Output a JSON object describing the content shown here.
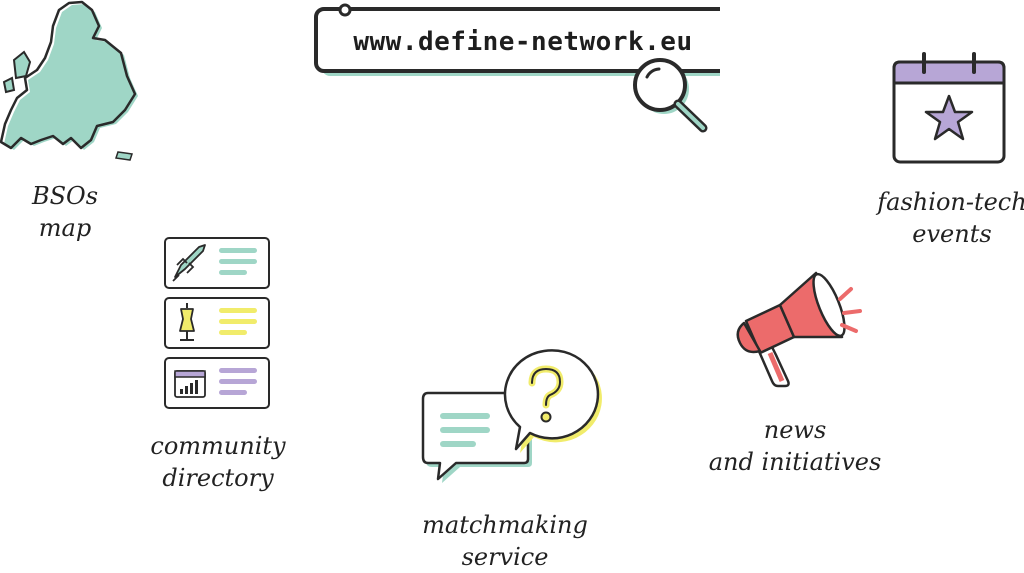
{
  "url_bar": {
    "text": "www.define-network.eu"
  },
  "features": {
    "bsos_map": {
      "line1": "BSOs",
      "line2": "map"
    },
    "community_directory": {
      "line1": "community",
      "line2": "directory"
    },
    "matchmaking_service": {
      "line1": "matchmaking",
      "line2": "service"
    },
    "news_initiatives": {
      "line1": "news",
      "line2": "and initiatives"
    },
    "fashion_tech_events": {
      "line1": "fashion-tech",
      "line2": "events"
    }
  },
  "colors": {
    "mint": "#9fd6c6",
    "yellow": "#f1ec6b",
    "purple": "#b7a6d6",
    "red": "#ec6b6b",
    "outline": "#2a2a2a"
  },
  "icons": [
    "europe-map-icon",
    "search-magnifier-icon",
    "calendar-star-icon",
    "directory-cards-icon",
    "chat-bubbles-icon",
    "megaphone-icon"
  ]
}
